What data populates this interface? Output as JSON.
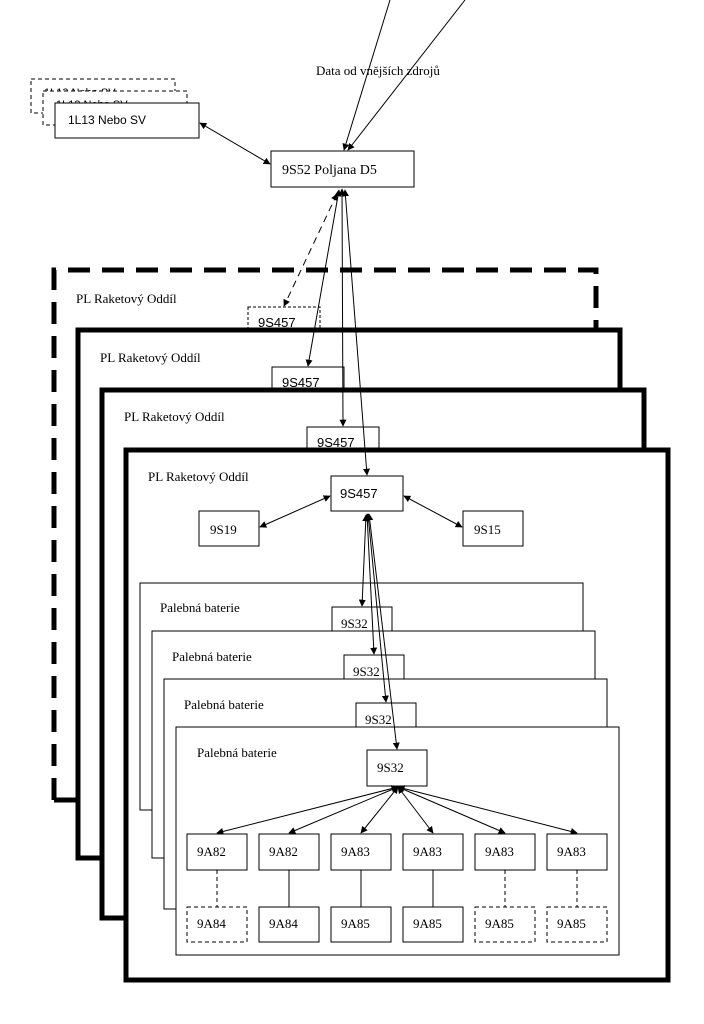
{
  "source_caption": "Data od vnějších zdrojů",
  "radar": {
    "front": "1L13 Nebo SV",
    "ghost_a": "1L13 Nebo SV",
    "ghost_b": "1L13 Nebo SV"
  },
  "command_post": "9S52 Poljana D5",
  "battalion_title": "PL Raketový Oddíl",
  "battalion_cp": "9S457",
  "battalion_title_1": "PL Raketový Oddíl",
  "battalion_title_2": "PL Raketový Oddíl",
  "battalion_title_3": "PL Raketový Oddíl",
  "battalion_cp_1": "9S457",
  "battalion_cp_2": "9S457",
  "battalion_cp_3": "9S457",
  "radar_left": "9S19",
  "radar_right": "9S15",
  "battery_title_1": "Palebná baterie",
  "battery_title_2": "Palebná baterie",
  "battery_title_3": "Palebná baterie",
  "battery_title_4": "Palebná baterie",
  "battery_radar_1": "9S32",
  "battery_radar_2": "9S32",
  "battery_radar_3": "9S32",
  "battery_radar_4": "9S32",
  "launchers": [
    "9A82",
    "9A82",
    "9A83",
    "9A83",
    "9A83",
    "9A83"
  ],
  "loaders": [
    "9A84",
    "9A84",
    "9A85",
    "9A85",
    "9A85",
    "9A85"
  ],
  "optional_loaders": [
    true,
    false,
    false,
    false,
    true,
    true
  ]
}
